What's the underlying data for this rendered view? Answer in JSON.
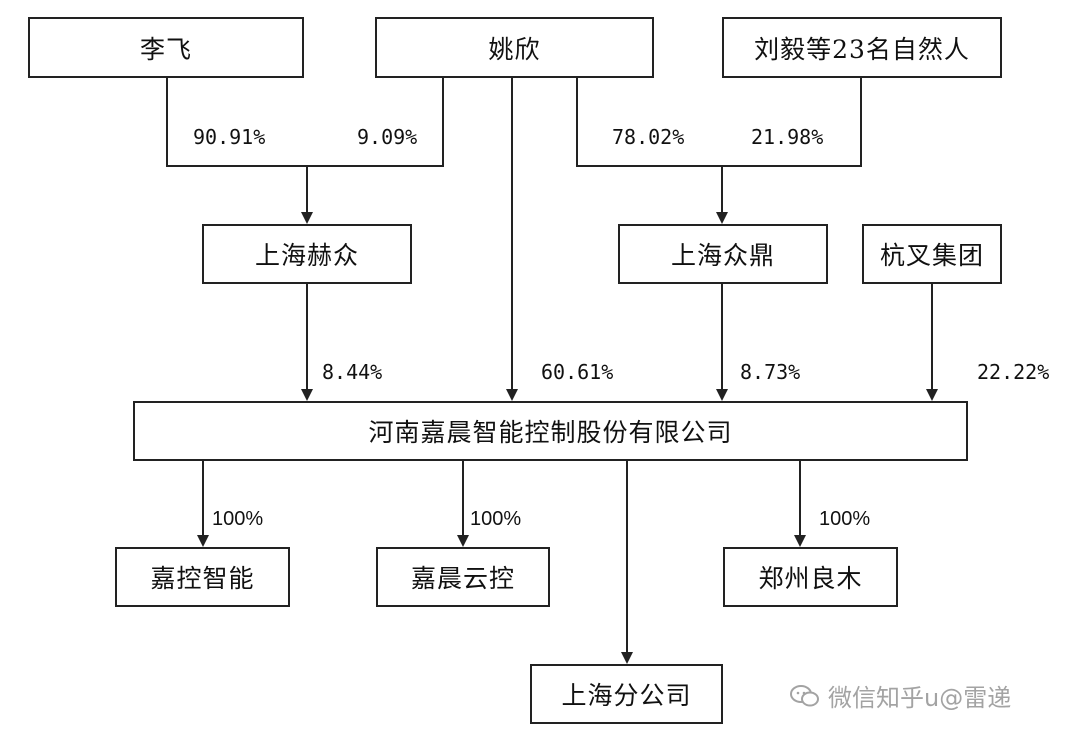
{
  "nodes": {
    "li_fei": "李飞",
    "yao_xin": "姚欣",
    "liu_yi_group": "刘毅等23名自然人",
    "shanghai_hezhong": "上海赫众",
    "shanghai_zhongding": "上海众鼎",
    "hangcha_group": "杭叉集团",
    "henan_jiachen": "河南嘉晨智能控制股份有限公司",
    "jiakong_zhineng": "嘉控智能",
    "jiachen_yunkong": "嘉晨云控",
    "zhengzhou_liangmu": "郑州良木",
    "shanghai_branch": "上海分公司"
  },
  "edges": {
    "li_fei_to_hezhong": "90.91%",
    "yao_xin_to_hezhong": "9.09%",
    "yao_xin_to_zhongding": "78.02%",
    "liu_yi_to_zhongding": "21.98%",
    "hezhong_to_jiachen": "8.44%",
    "yao_xin_to_jiachen": "60.61%",
    "zhongding_to_jiachen": "8.73%",
    "hangcha_to_jiachen": "22.22%",
    "jiachen_to_jiakong": "100%",
    "jiachen_to_yunkong": "100%",
    "jiachen_to_liangmu": "100%"
  },
  "watermark": {
    "text": "微信知乎u@雷递"
  }
}
